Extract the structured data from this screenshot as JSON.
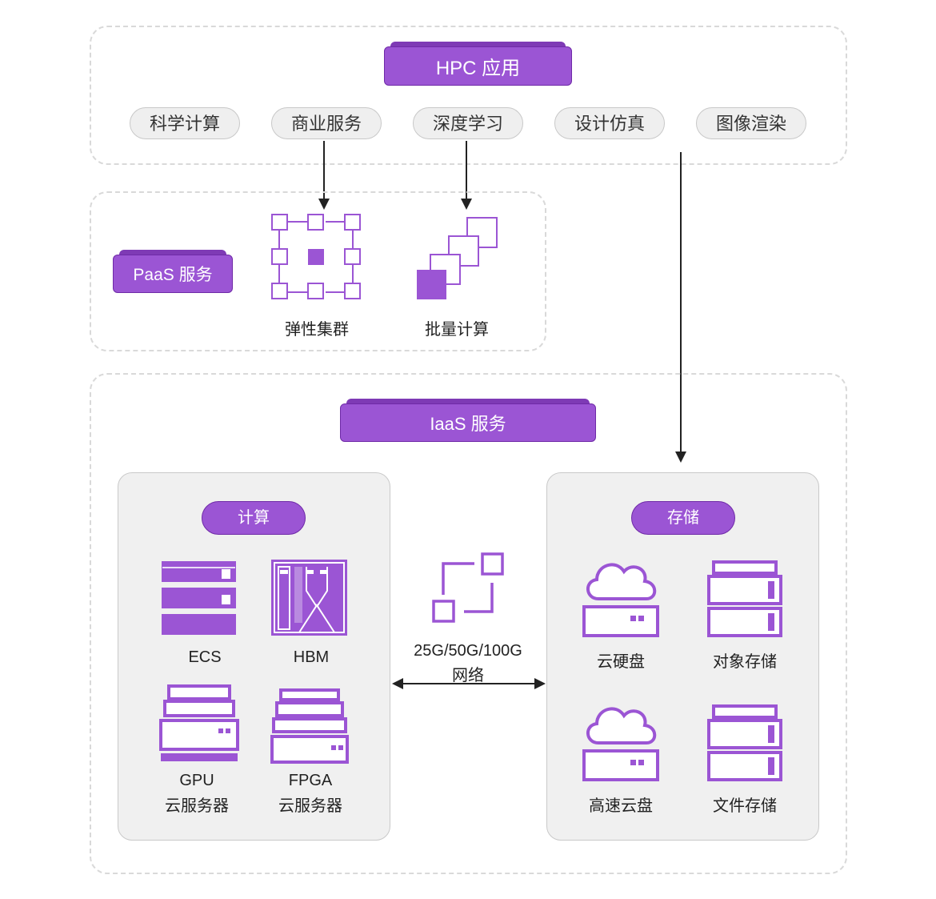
{
  "hpc": {
    "title": "HPC 应用",
    "apps": [
      "科学计算",
      "商业服务",
      "深度学习",
      "设计仿真",
      "图像渲染"
    ]
  },
  "paas": {
    "title": "PaaS 服务",
    "items": [
      {
        "label": "弹性集群",
        "icon": "elastic-cluster-icon"
      },
      {
        "label": "批量计算",
        "icon": "batch-compute-icon"
      }
    ]
  },
  "iaas": {
    "title": "IaaS 服务",
    "compute": {
      "title": "计算",
      "items": [
        {
          "label": "ECS",
          "icon": "server-rack-icon"
        },
        {
          "label": "HBM",
          "icon": "hbm-icon"
        },
        {
          "label_line1": "GPU",
          "label_line2": "云服务器",
          "icon": "gpu-server-icon"
        },
        {
          "label_line1": "FPGA",
          "label_line2": "云服务器",
          "icon": "fpga-server-icon"
        }
      ]
    },
    "network": {
      "line1": "25G/50G/100G",
      "line2": "网络",
      "icon": "network-icon"
    },
    "storage": {
      "title": "存储",
      "items": [
        {
          "label": "云硬盘",
          "icon": "cloud-disk-icon"
        },
        {
          "label": "对象存储",
          "icon": "object-storage-icon"
        },
        {
          "label": "高速云盘",
          "icon": "cloud-disk-icon"
        },
        {
          "label": "文件存储",
          "icon": "file-storage-icon"
        }
      ]
    }
  },
  "colors": {
    "accent": "#9b55d4",
    "accent_dark": "#6f2aa7",
    "panel": "#f0f0f0"
  }
}
